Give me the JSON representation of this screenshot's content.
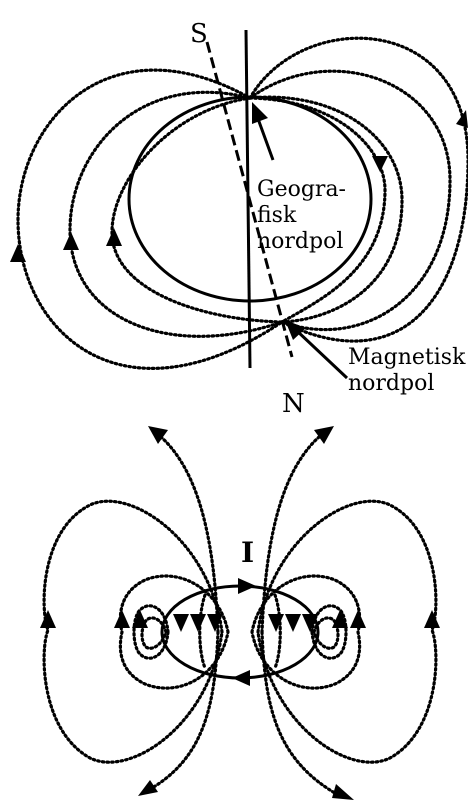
{
  "earth_diagram": {
    "label_s": "S",
    "label_n": "N",
    "geographic_label_lines": [
      "Geogra-",
      "fisk",
      "nordpol"
    ],
    "magnetic_label_lines": [
      "Magnetisk",
      "nordpol"
    ]
  },
  "loop_diagram": {
    "current_label": "I"
  }
}
